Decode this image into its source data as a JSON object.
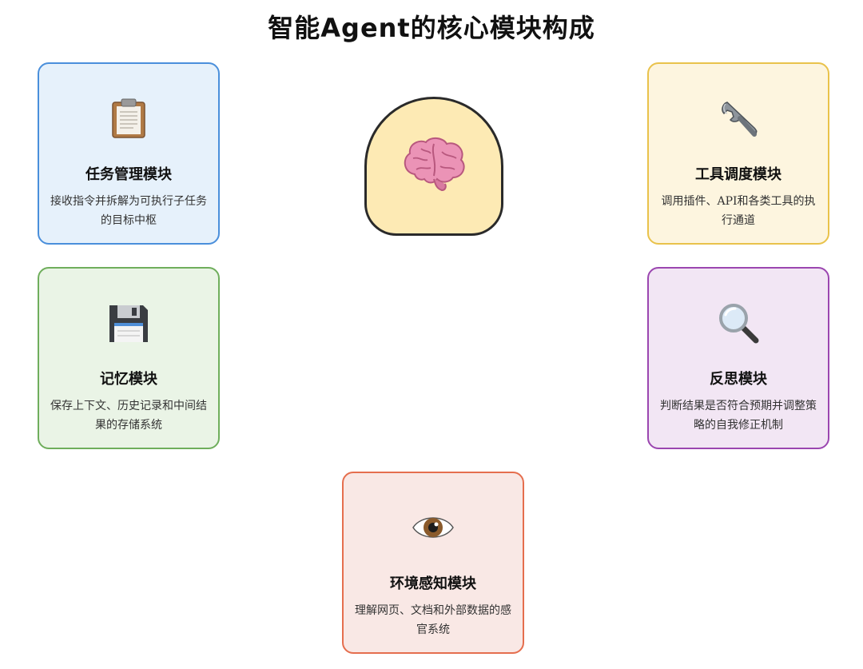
{
  "title": "智能Agent的核心模块构成",
  "hub": {
    "icon": "brain-icon"
  },
  "modules": {
    "task": {
      "icon": "clipboard-icon",
      "title": "任务管理模块",
      "desc": "接收指令并拆解为可执行子任务的目标中枢",
      "color": "#4a8fdb"
    },
    "tool": {
      "icon": "wrench-icon",
      "title": "工具调度模块",
      "desc": "调用插件、API和各类工具的执行通道",
      "color": "#e9c24b"
    },
    "memory": {
      "icon": "floppy-disk-icon",
      "title": "记忆模块",
      "desc": "保存上下文、历史记录和中间结果的存储系统",
      "color": "#6fae5c"
    },
    "reflect": {
      "icon": "magnifier-icon",
      "title": "反思模块",
      "desc": "判断结果是否符合预期并调整策略的自我修正机制",
      "color": "#9b46b0"
    },
    "env": {
      "icon": "eye-icon",
      "title": "环境感知模块",
      "desc": "理解网页、文档和外部数据的感官系统",
      "color": "#e56e4e"
    }
  }
}
